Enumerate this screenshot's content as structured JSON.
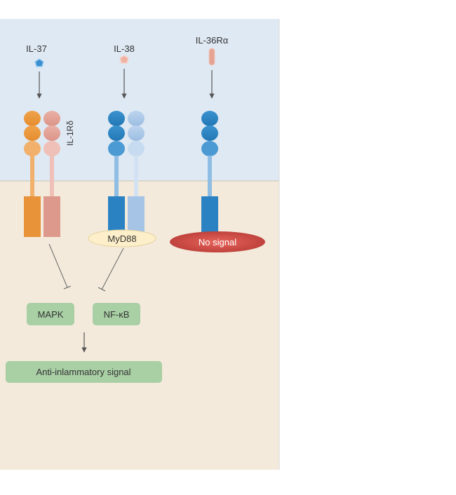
{
  "ligands": {
    "il37": "IL-37",
    "il38": "IL-38",
    "il36ra": "IL-36Rα"
  },
  "receptor_label": "IL-1Rδ",
  "adaptor": "MyD88",
  "no_signal": "No signal",
  "pathways": {
    "mapk": "MAPK",
    "nfkb": "NF-κB"
  },
  "outcome": "Anti-inlammatory signal",
  "colors": {
    "extracellular": "#dfe9f3",
    "intracellular": "#f3eadb",
    "orange": "#ec9a3c",
    "salmon": "#e2a196",
    "blue": "#2b84c2",
    "light_blue": "#a9c7e6",
    "green_box": "#a9cfa5",
    "no_signal": "#cc4a44",
    "adaptor": "#fcefc9"
  }
}
